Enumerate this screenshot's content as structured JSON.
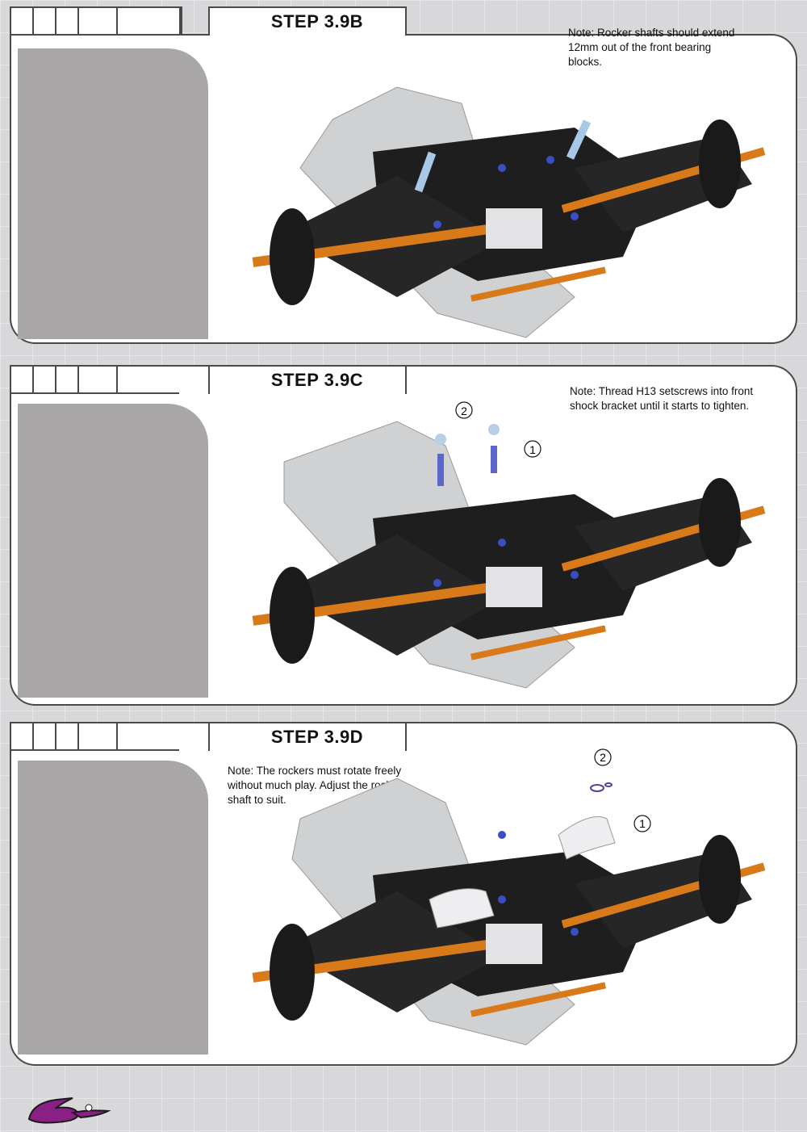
{
  "steps": [
    {
      "id": "3.9B",
      "title": "STEP 3.9B",
      "note": "Note: Rocker shafts should extend 12mm out of the front bearing blocks.",
      "callouts": []
    },
    {
      "id": "3.9C",
      "title": "STEP 3.9C",
      "note": "Note: Thread H13 setscrews into front shock bracket until it starts to tighten.",
      "callouts": [
        "2",
        "1"
      ]
    },
    {
      "id": "3.9D",
      "title": "STEP 3.9D",
      "note": "Note: The rockers must rotate freely without much play. Adjust the rocker shaft to suit.",
      "callouts": [
        "2",
        "1"
      ]
    }
  ],
  "colors": {
    "frame": "#4a4a4a",
    "sidebar": "#a9a6a7",
    "chassis_black": "#1e1e1e",
    "axle_orange": "#d97a1a",
    "screw_blue": "#3b4fc4",
    "plate_silver": "#cfd0d2",
    "logo_purple": "#8a1f86"
  }
}
